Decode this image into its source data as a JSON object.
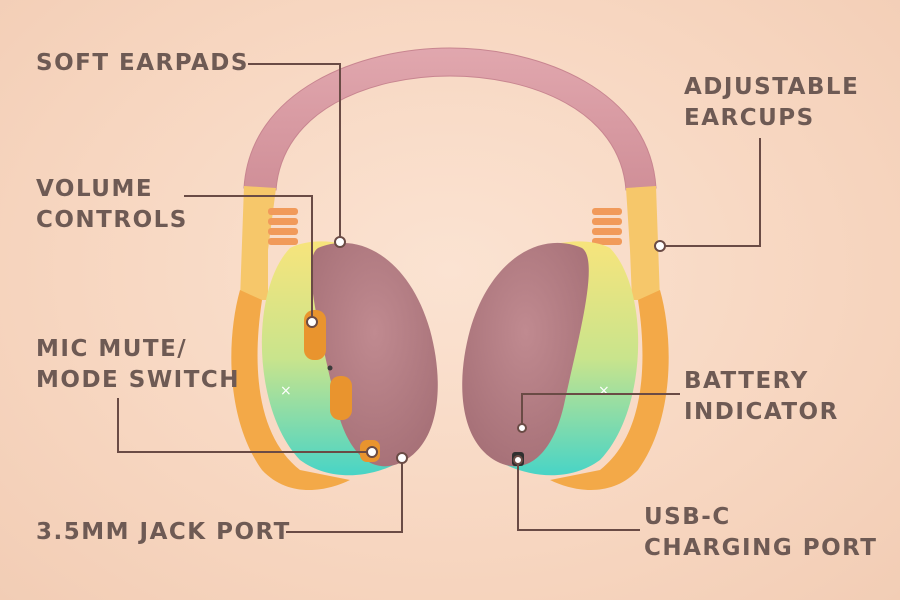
{
  "labels": {
    "soft_earpads": "SOFT EARPADS",
    "adjustable_earcups": [
      "ADJUSTABLE",
      "EARCUPS"
    ],
    "volume_controls": [
      "VOLUME",
      "CONTROLS"
    ],
    "mic_mute": [
      "MIC MUTE/",
      "MODE SWITCH"
    ],
    "battery_indicator": [
      "BATTERY",
      "INDICATOR"
    ],
    "jack_port": "3.5MM JACK PORT",
    "usb_c": [
      "USB-C",
      "CHARGING PORT"
    ]
  },
  "colors": {
    "background": "#f7d6c0",
    "headband": "#d99aa3",
    "cushion": "#b57a82",
    "earcup_top": "#f5e47a",
    "earcup_bottom": "#4fd6c4",
    "arm": "#f5b04a",
    "button": "#e9942e",
    "label_text": "#6e5a54",
    "leader_line": "#6a4b45"
  }
}
